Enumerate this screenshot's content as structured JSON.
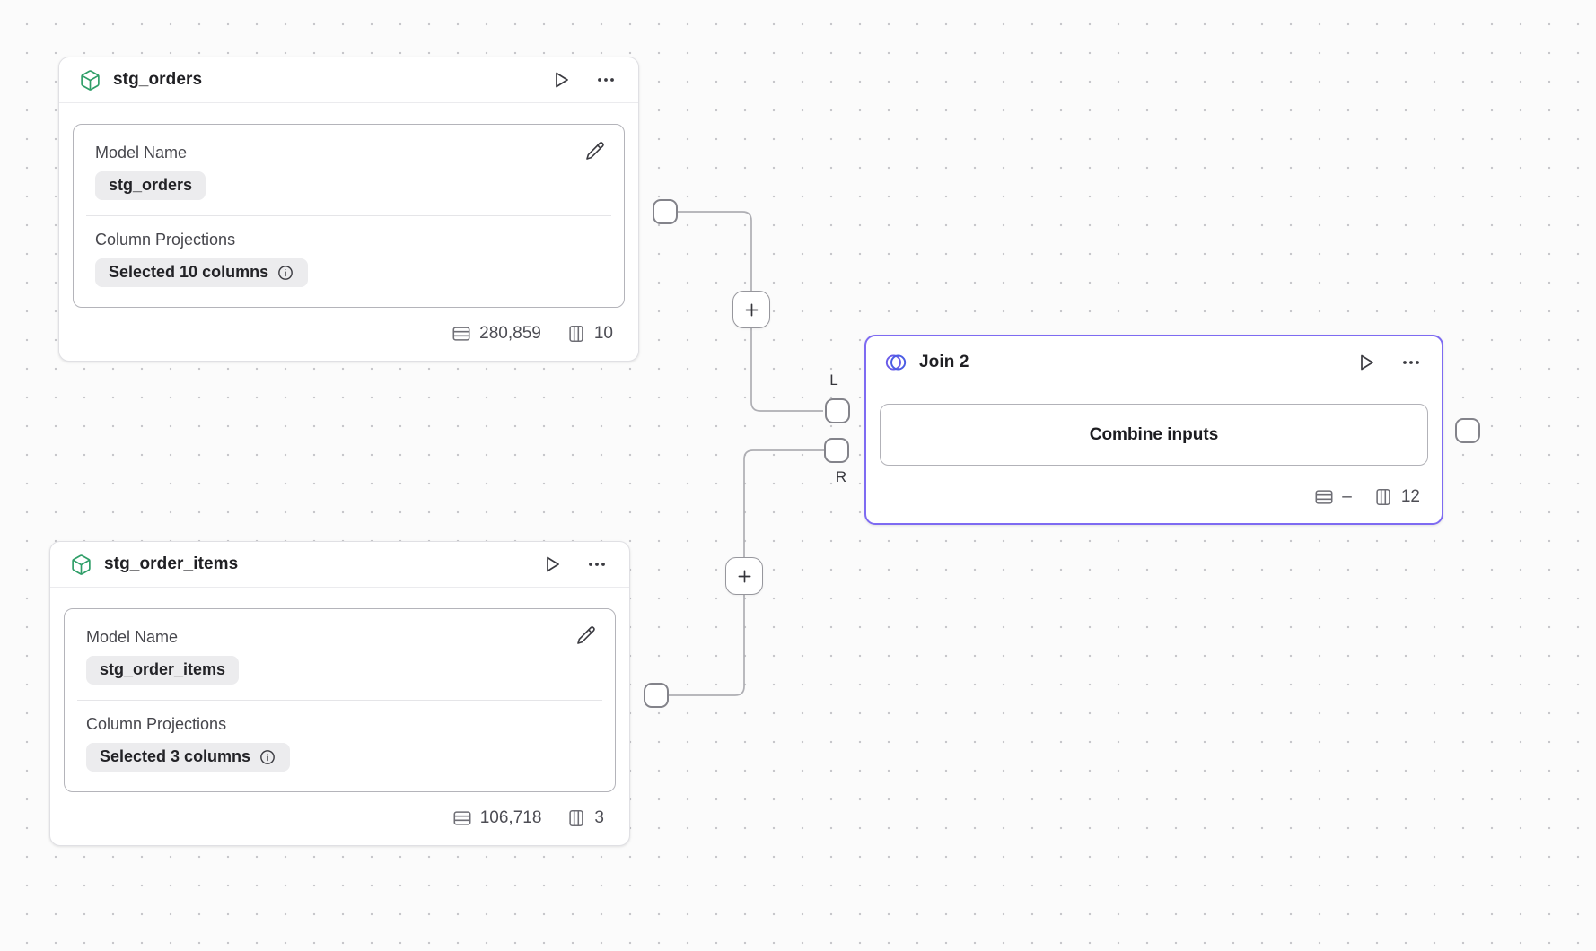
{
  "nodes": {
    "stg_orders": {
      "title": "stg_orders",
      "model_name_label": "Model Name",
      "model_name_value": "stg_orders",
      "projections_label": "Column Projections",
      "projections_value": "Selected 10 columns",
      "row_count": "280,859",
      "column_count": "10"
    },
    "stg_order_items": {
      "title": "stg_order_items",
      "model_name_label": "Model Name",
      "model_name_value": "stg_order_items",
      "projections_label": "Column Projections",
      "projections_value": "Selected 3 columns",
      "row_count": "106,718",
      "column_count": "3"
    },
    "join": {
      "title": "Join 2",
      "combine_button_label": "Combine inputs",
      "row_count": "–",
      "column_count": "12",
      "left_port_label": "L",
      "right_port_label": "R"
    }
  },
  "colors": {
    "model_icon_green": "#2f9e68",
    "join_accent_border": "#7e6bf2",
    "venn_left_circle": "#6a5be8",
    "venn_right_circle": "#4b5ce4",
    "edge_gray": "#aeaeb3",
    "canvas_background": "#fbfbfb",
    "grid_dot": "#c7c7cb"
  }
}
